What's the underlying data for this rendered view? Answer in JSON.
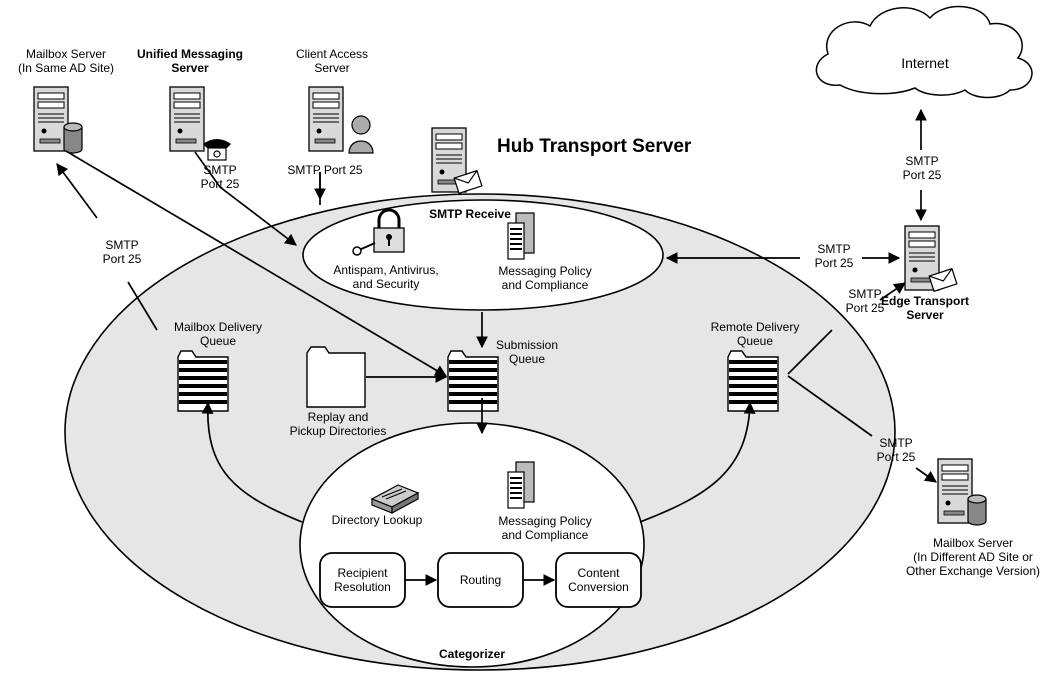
{
  "hub": {
    "title": "Hub Transport Server"
  },
  "internet": {
    "label": "Internet"
  },
  "servers": {
    "mailbox_same": [
      "Mailbox Server",
      "(In Same AD Site)"
    ],
    "unified_messaging": [
      "Unified Messaging",
      "Server"
    ],
    "client_access": [
      "Client Access",
      "Server"
    ],
    "edge_transport": [
      "Edge Transport",
      "Server"
    ],
    "mailbox_diff": [
      "Mailbox Server",
      "(In Different AD Site or",
      "Other Exchange Version)"
    ]
  },
  "smtp_receive": {
    "title": "SMTP Receive",
    "antispam": [
      "Antispam, Antivirus,",
      "and Security"
    ],
    "policy": [
      "Messaging Policy",
      "and Compliance"
    ]
  },
  "queues": {
    "mailbox_delivery": [
      "Mailbox Delivery",
      "Queue"
    ],
    "submission": [
      "Submission",
      "Queue"
    ],
    "remote_delivery": [
      "Remote Delivery",
      "Queue"
    ],
    "replay": [
      "Replay and",
      "Pickup Directories"
    ]
  },
  "categorizer": {
    "title": "Categorizer",
    "directory_lookup": "Directory Lookup",
    "policy": [
      "Messaging Policy",
      "and Compliance"
    ],
    "recipient_resolution": [
      "Recipient",
      "Resolution"
    ],
    "routing": "Routing",
    "content_conversion": [
      "Content",
      "Conversion"
    ]
  },
  "smtp_labels": {
    "um": [
      "SMTP",
      "Port 25"
    ],
    "cas": "SMTP Port 25",
    "mailbox_same": [
      "SMTP",
      "Port 25"
    ],
    "internet": [
      "SMTP",
      "Port 25"
    ],
    "edge_receive": [
      "SMTP",
      "Port 25"
    ],
    "edge_remote": [
      "SMTP",
      "Port 25"
    ],
    "mailbox_diff": [
      "SMTP",
      "Port 25"
    ]
  }
}
